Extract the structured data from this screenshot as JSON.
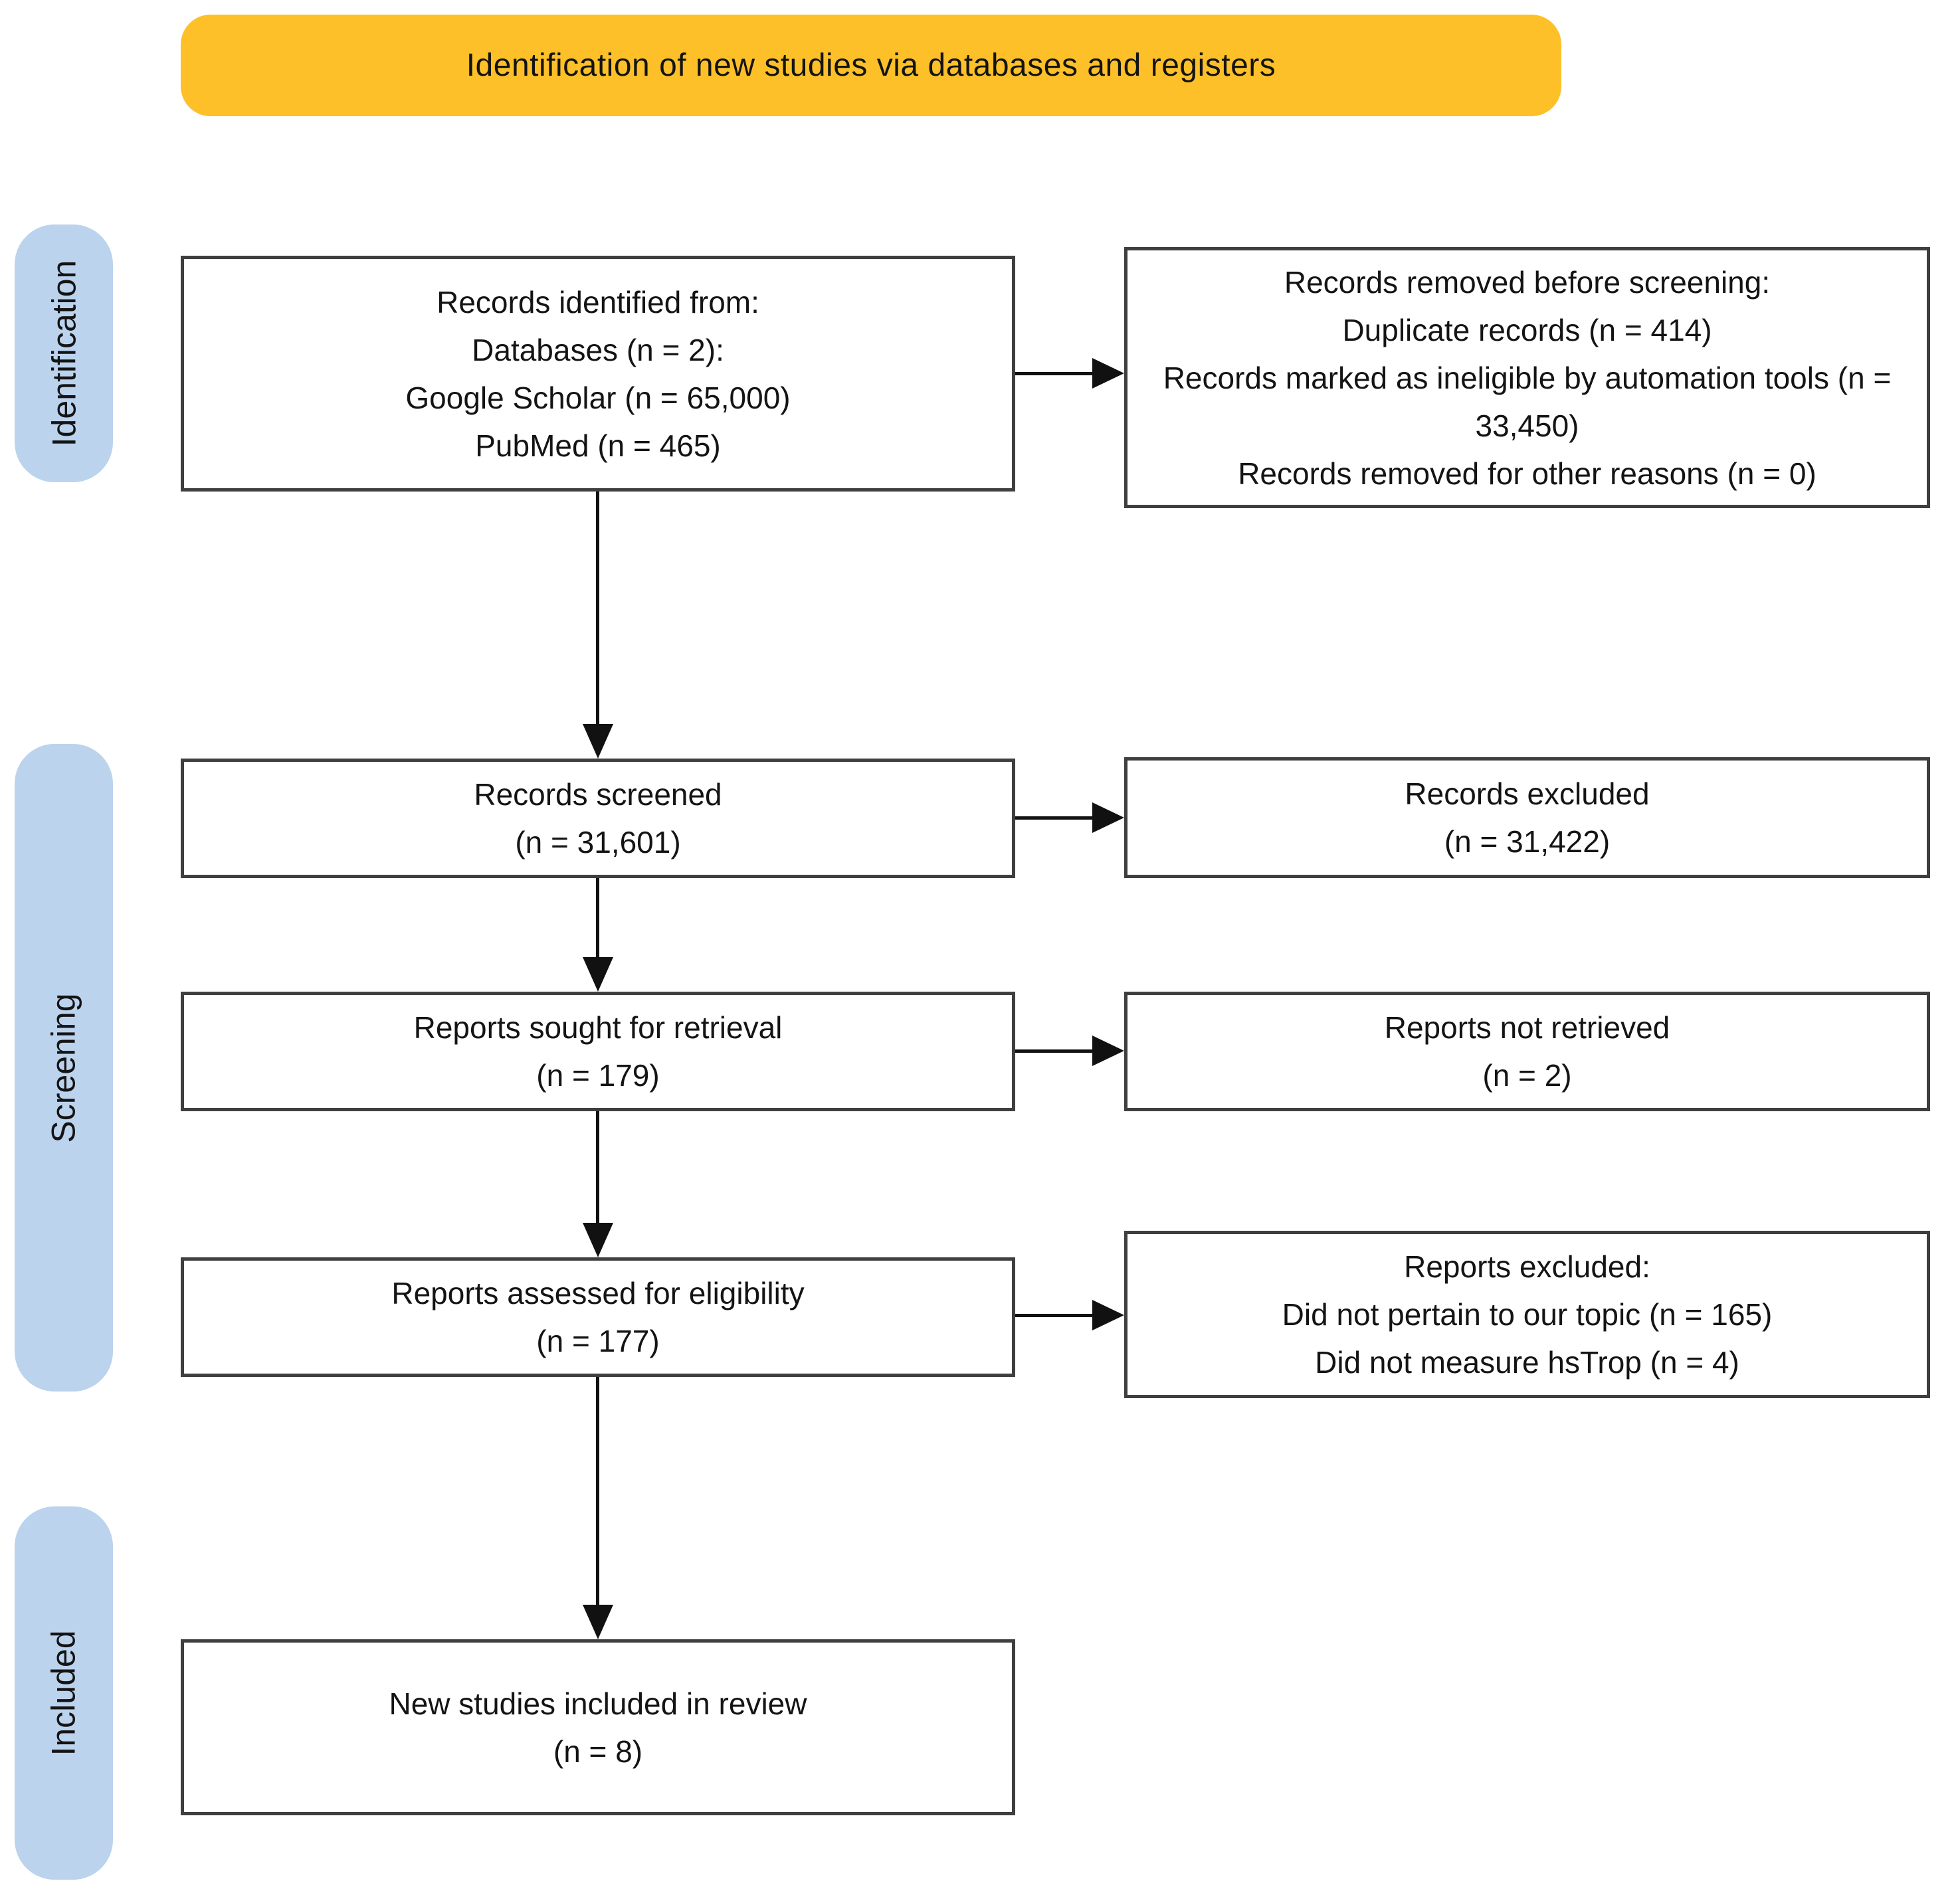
{
  "banner": {
    "title": "Identification of new studies via databases and registers"
  },
  "colors": {
    "banner_bg": "#FDC028",
    "stage_bg": "#BCD3EE",
    "box_border": "#3F3F3F",
    "arrow": "#111111"
  },
  "stages": [
    {
      "label": "Identification"
    },
    {
      "label": "Screening"
    },
    {
      "label": "Included"
    }
  ],
  "flow": {
    "identified": {
      "lines": [
        "Records identified from:",
        "Databases (n = 2):",
        "Google Scholar (n = 65,000)",
        "PubMed (n = 465)"
      ]
    },
    "removed": {
      "lines": [
        "Records removed before screening:",
        "Duplicate records (n = 414)",
        "Records marked as ineligible by automation tools (n = 33,450)",
        "Records removed for other reasons (n = 0)"
      ]
    },
    "screened": {
      "lines": [
        "Records screened",
        "(n = 31,601)"
      ]
    },
    "excluded": {
      "lines": [
        "Records excluded",
        "(n = 31,422)"
      ]
    },
    "sought": {
      "lines": [
        "Reports sought for retrieval",
        "(n = 179)"
      ]
    },
    "not_retrieved": {
      "lines": [
        "Reports not retrieved",
        "(n = 2)"
      ]
    },
    "assessed": {
      "lines": [
        "Reports assessed for eligibility",
        "(n = 177)"
      ]
    },
    "reports_excluded": {
      "lines": [
        "Reports excluded:",
        "Did not pertain to our topic (n = 165)",
        "Did not measure hsTrop (n = 4)"
      ]
    },
    "included": {
      "lines": [
        "New studies included in review",
        "(n = 8)"
      ]
    }
  }
}
